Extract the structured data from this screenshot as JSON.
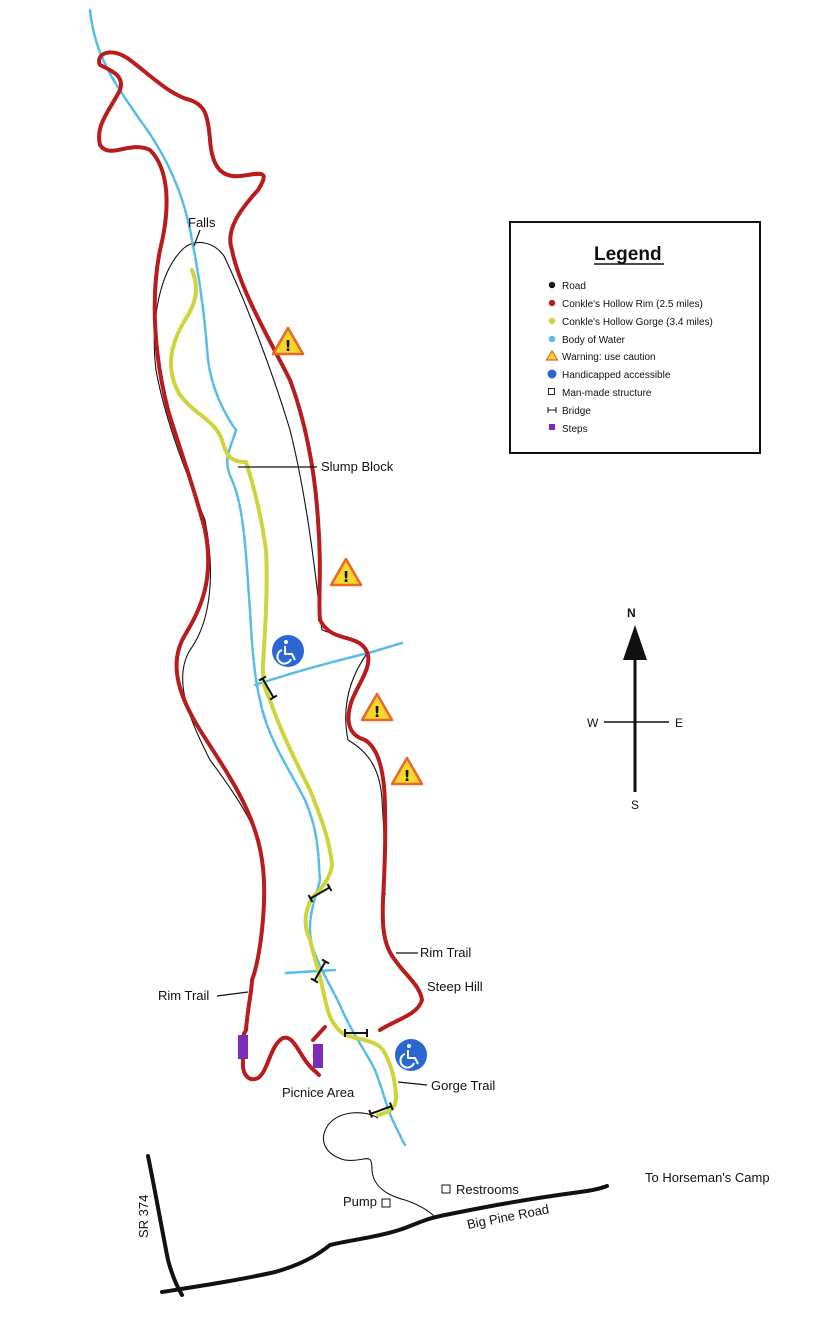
{
  "legend": {
    "title": "Legend",
    "items": [
      {
        "label": "Road",
        "icon": "black-dot-icon"
      },
      {
        "label": "Conkle's Hollow Rim  (2.5 miles)",
        "icon": "red-dot-icon"
      },
      {
        "label": "Conkle's Hollow Gorge (3.4 miles)",
        "icon": "yellow-dot-icon"
      },
      {
        "label": "Body of Water",
        "icon": "blue-dot-icon"
      },
      {
        "label": "Warning: use caution",
        "icon": "warning-icon"
      },
      {
        "label": "Handicapped accessible",
        "icon": "wheelchair-icon"
      },
      {
        "label": "Man-made structure",
        "icon": "square-outline-icon"
      },
      {
        "label": "Bridge",
        "icon": "bridge-icon"
      },
      {
        "label": "Steps",
        "icon": "steps-icon"
      }
    ]
  },
  "compass": {
    "n": "N",
    "s": "S",
    "e": "E",
    "w": "W"
  },
  "labels": {
    "falls": "Falls",
    "slump_block": "Slump Block",
    "rim_trail_right": "Rim Trail",
    "steep_hill": "Steep Hill",
    "rim_trail_left": "Rim Trail",
    "picnic_area": "Picnice Area",
    "gorge_trail": "Gorge Trail",
    "restrooms": "Restrooms",
    "pump": "Pump",
    "horseman": "To Horseman's Camp",
    "big_pine": "Big Pine Road",
    "sr374": "SR 374"
  },
  "colors": {
    "rim": "#b81c1c",
    "gorge": "#cdd43c",
    "water": "#56bde6",
    "road": "#111111",
    "warning_fill": "#f6d82a",
    "warning_stroke": "#e8662b",
    "accessible": "#2a67d1",
    "steps": "#7c2db8"
  }
}
